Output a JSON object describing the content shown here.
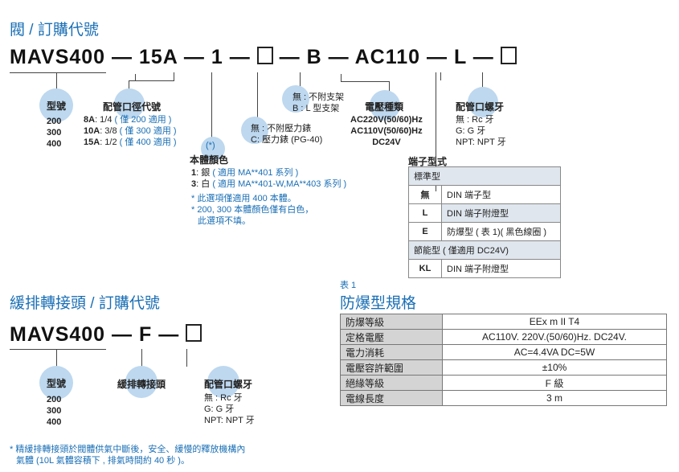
{
  "valve": {
    "title": "閥 / 訂購代號",
    "code_parts": [
      "MAVS400",
      "15A",
      "1",
      "B",
      "AC110",
      "L"
    ],
    "model": {
      "label": "型號",
      "values": [
        "200",
        "300",
        "400"
      ]
    },
    "port": {
      "label": "配管口徑代號",
      "rows": [
        {
          "code": "8A",
          "text": ": 1/4",
          "note": "( 僅 200 適用 )"
        },
        {
          "code": "10A",
          "text": ": 3/8",
          "note": "( 僅 300 適用 )"
        },
        {
          "code": "15A",
          "text": ": 1/2",
          "note": "( 僅 400 適用 )"
        }
      ]
    },
    "color": {
      "marker": "(*)",
      "label": "本體顏色",
      "rows": [
        {
          "code": "1",
          "text": ": 銀",
          "note": "( 適用 MA**401 系列 )"
        },
        {
          "code": "3",
          "text": ": 白",
          "note": "( 適用 MA**401-W,MA**403 系列 )"
        }
      ],
      "notes": [
        "* 此選項僅適用 400 本體。",
        "* 200, 300 本體顏色僅有白色，",
        "此選項不填。"
      ]
    },
    "gauge": {
      "rows": [
        "無 : 不附壓力錶",
        "C: 壓力錶 (PG-40)"
      ]
    },
    "bracket": {
      "rows": [
        "無 : 不附支架",
        "B : L 型支架"
      ]
    },
    "voltage": {
      "label": "電壓種類",
      "rows": [
        "AC220V(50/60)Hz",
        "AC110V(50/60)Hz",
        "DC24V"
      ]
    },
    "thread": {
      "label": "配管口螺牙",
      "rows": [
        "無 : Rc 牙",
        "G: G 牙",
        "NPT: NPT 牙"
      ]
    },
    "terminal": {
      "label": "端子型式",
      "standard_header": "標準型",
      "rows": [
        {
          "code": "無",
          "desc": "DIN 端子型"
        },
        {
          "code": "L",
          "desc": "DIN 端子附燈型"
        },
        {
          "code": "E",
          "desc": "防爆型 ( 表 1)( 黑色線圈 )"
        }
      ],
      "energy_header": "節能型 ( 僅適用 DC24V)",
      "energy_rows": [
        {
          "code": "KL",
          "desc": "DIN 端子附燈型"
        }
      ]
    }
  },
  "exhaust": {
    "title": "緩排轉接頭 / 訂購代號",
    "code_parts": [
      "MAVS400",
      "F"
    ],
    "model": {
      "label": "型號",
      "values": [
        "200",
        "300",
        "400"
      ]
    },
    "adapter_label": "緩排轉接頭",
    "thread": {
      "label": "配管口螺牙",
      "rows": [
        "無 : Rc 牙",
        "G: G 牙",
        "NPT: NPT 牙"
      ]
    },
    "footnote": [
      "* 精緩排轉接頭於閥體供氣中斷後，安全、緩慢的釋放機構內",
      "氣體 (10L 氣體容積下 , 排氣時間約 40 秒 )。"
    ]
  },
  "explosion_table": {
    "caption": "表 1",
    "title": "防爆型規格",
    "rows": [
      {
        "key": "防爆等級",
        "value": "EEx m II T4"
      },
      {
        "key": "定格電壓",
        "value": "AC110V. 220V.(50/60)Hz. DC24V."
      },
      {
        "key": "電力消耗",
        "value": "AC=4.4VA  DC=5W"
      },
      {
        "key": "電壓容許範圍",
        "value": "±10%"
      },
      {
        "key": "絕緣等級",
        "value": "F 級"
      },
      {
        "key": "電線長度",
        "value": "3 m"
      }
    ]
  },
  "colors": {
    "accent": "#1a6fb5",
    "circle": "#bdd8ef"
  }
}
